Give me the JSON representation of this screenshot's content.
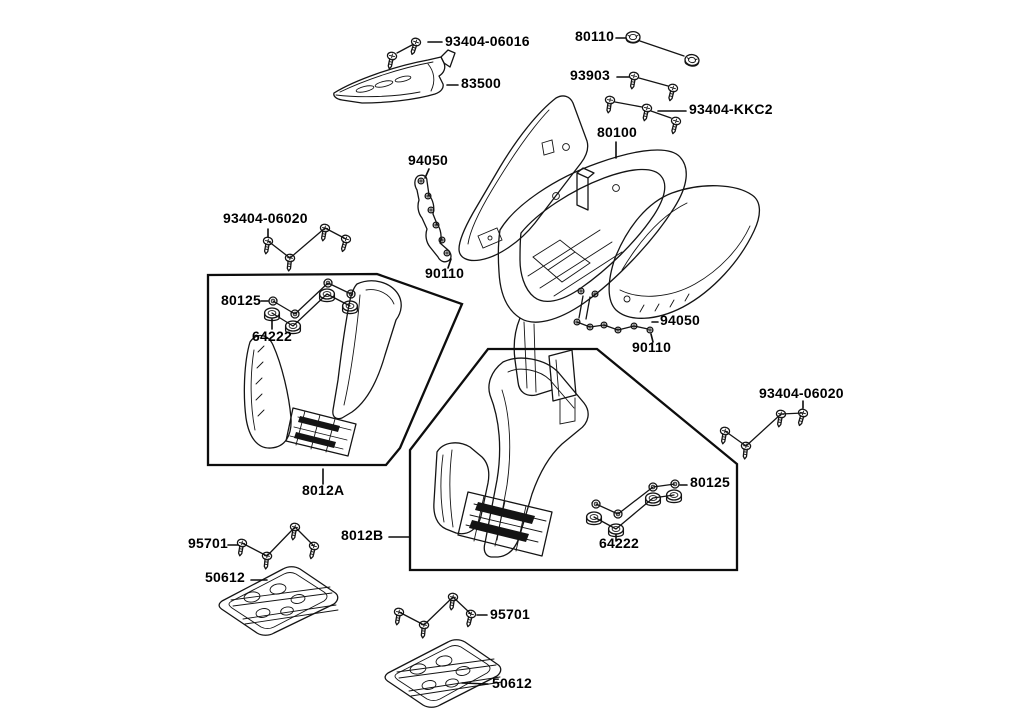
{
  "diagram_title": "",
  "colors": {
    "background": "#ffffff",
    "line": "#141414",
    "label": "#000000"
  },
  "icons": {
    "screw": "screw-icon",
    "bolt": "bolt-icon",
    "washer": "washer-ring-icon",
    "rubber_nut": "rubber-nut-icon",
    "grommet": "grommet-icon"
  },
  "labels": [
    {
      "part": "93404-06016",
      "text": "93404-06016"
    },
    {
      "part": "80110",
      "text": "80110"
    },
    {
      "part": "83500",
      "text": "83500"
    },
    {
      "part": "93903",
      "text": "93903"
    },
    {
      "part": "93404-KKC2",
      "text": "93404-KKC2"
    },
    {
      "part": "80100",
      "text": "80100"
    },
    {
      "part": "94050-left",
      "text": "94050"
    },
    {
      "part": "93404-06020-left",
      "text": "93404-06020"
    },
    {
      "part": "90110-left",
      "text": "90110"
    },
    {
      "part": "80125-left",
      "text": "80125"
    },
    {
      "part": "64222-left",
      "text": "64222"
    },
    {
      "part": "94050-right",
      "text": "94050"
    },
    {
      "part": "90110-right",
      "text": "90110"
    },
    {
      "part": "93404-06020-right",
      "text": "93404-06020"
    },
    {
      "part": "8012A",
      "text": "8012A"
    },
    {
      "part": "8012B",
      "text": "8012B"
    },
    {
      "part": "80125-right",
      "text": "80125"
    },
    {
      "part": "64222-right",
      "text": "64222"
    },
    {
      "part": "95701-left",
      "text": "95701"
    },
    {
      "part": "50612-left",
      "text": "50612"
    },
    {
      "part": "95701-bottom",
      "text": "95701"
    },
    {
      "part": "50612-bottom",
      "text": "50612"
    }
  ]
}
